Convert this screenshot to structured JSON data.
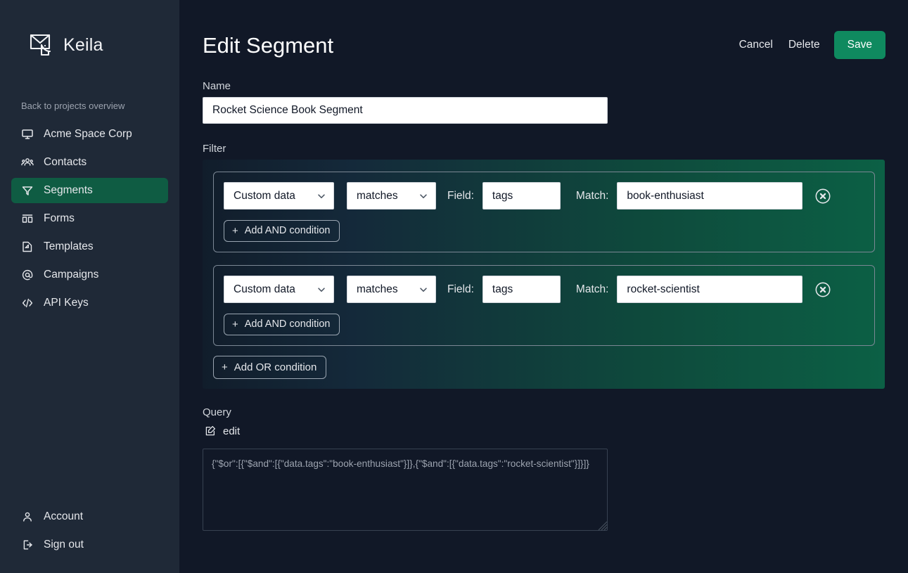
{
  "app": {
    "brand_name": "Keila",
    "logo_icon": "envelope-logo-icon"
  },
  "sidebar": {
    "back_link": "Back to projects overview",
    "items": [
      {
        "label": "Acme Space Corp",
        "icon": "monitor-icon",
        "active": false
      },
      {
        "label": "Contacts",
        "icon": "users-icon",
        "active": false
      },
      {
        "label": "Segments",
        "icon": "filter-funnel-icon",
        "active": true
      },
      {
        "label": "Forms",
        "icon": "forms-icon",
        "active": false
      },
      {
        "label": "Templates",
        "icon": "template-page-icon",
        "active": false
      },
      {
        "label": "Campaigns",
        "icon": "at-sign-icon",
        "active": false
      },
      {
        "label": "API Keys",
        "icon": "code-brackets-icon",
        "active": false
      }
    ],
    "bottom_items": [
      {
        "label": "Account",
        "icon": "user-icon"
      },
      {
        "label": "Sign out",
        "icon": "logout-icon"
      }
    ],
    "active_bg_color": "#0f5c43"
  },
  "header": {
    "title": "Edit Segment",
    "cancel_label": "Cancel",
    "delete_label": "Delete",
    "save_label": "Save",
    "save_color": "#0f8a5f"
  },
  "form": {
    "name_label": "Name",
    "name_value": "Rocket Science Book Segment",
    "name_placeholder": "",
    "filter_label": "Filter"
  },
  "filter": {
    "add_or_label": "Add OR condition",
    "add_or_icon": "plus-icon",
    "groups": [
      {
        "type_value": "Custom data",
        "operator_value": "matches",
        "field_label": "Field:",
        "field_value": "tags",
        "match_label": "Match:",
        "match_value": "book-enthusiast",
        "remove_icon": "remove-circle-x-icon",
        "add_and_label": "Add AND condition",
        "add_and_icon": "plus-icon"
      },
      {
        "type_value": "Custom data",
        "operator_value": "matches",
        "field_label": "Field:",
        "field_value": "tags",
        "match_label": "Match:",
        "match_value": "rocket-scientist",
        "remove_icon": "remove-circle-x-icon",
        "add_and_label": "Add AND condition",
        "add_and_icon": "plus-icon"
      }
    ]
  },
  "query": {
    "label": "Query",
    "edit_label": "edit",
    "edit_icon": "pencil-square-icon",
    "value": "{\"$or\":[{\"$and\":[{\"data.tags\":\"book-enthusiast\"}]},{\"$and\":[{\"data.tags\":\"rocket-scientist\"}]}]}"
  }
}
